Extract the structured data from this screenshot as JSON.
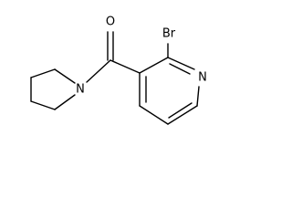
{
  "structure": {
    "atoms": {
      "oxygen": "O",
      "pyrrolidine_nitrogen": "N",
      "bromine": "Br",
      "pyridine_nitrogen": "N"
    }
  },
  "colors": {
    "background": "#ffffff",
    "ink": "#000000"
  }
}
